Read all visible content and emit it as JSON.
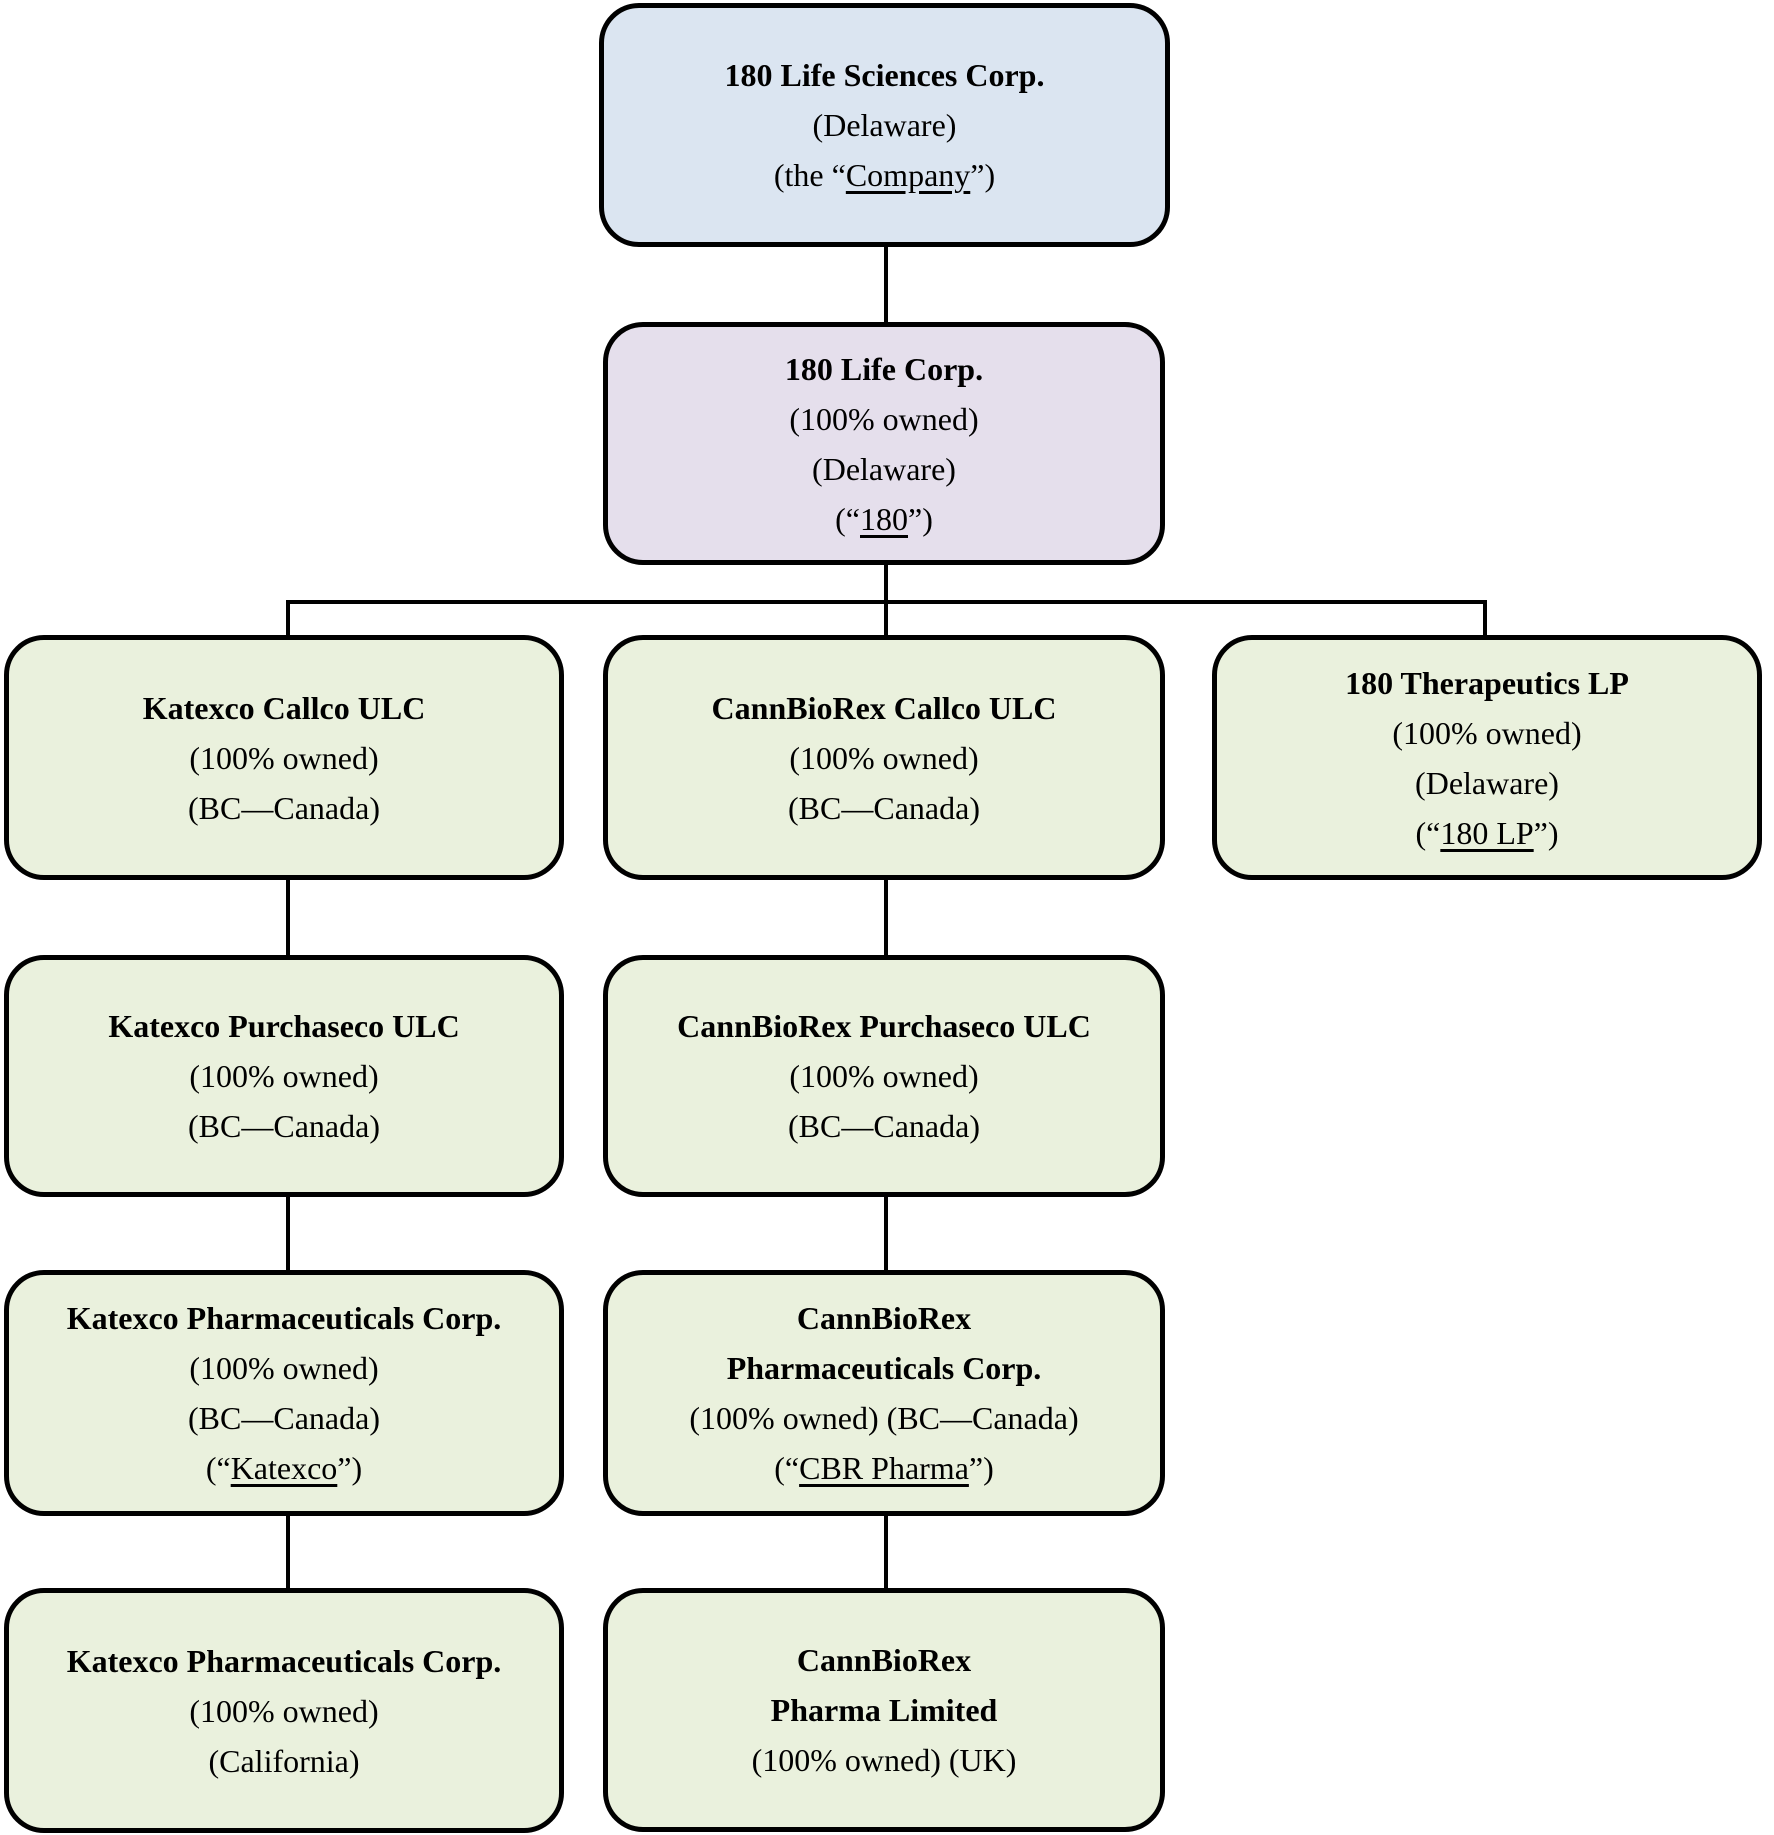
{
  "figure": {
    "type": "org-chart",
    "description": "Corporate structure diagram of 180 Life Sciences Corp. and its wholly owned subsidiaries"
  },
  "colors": {
    "parent_fill": "#dbe5f1",
    "intermediate_fill": "#e5dfec",
    "subsidiary_fill": "#eaf1dd",
    "border": "#000000",
    "connector": "#000000",
    "background": "#ffffff"
  },
  "nodes": {
    "company": {
      "fill": "#dbe5f1",
      "lines": [
        [
          {
            "t": "180 Life Sciences Corp.",
            "b": true
          }
        ],
        [
          {
            "t": "(Delaware)"
          }
        ],
        [
          {
            "t": "(the “"
          },
          {
            "t": "Company",
            "u": true
          },
          {
            "t": "”)"
          }
        ]
      ]
    },
    "life_corp": {
      "fill": "#e5dfec",
      "lines": [
        [
          {
            "t": "180 Life Corp.",
            "b": true
          }
        ],
        [
          {
            "t": "(100% owned)"
          }
        ],
        [
          {
            "t": "(Delaware)"
          }
        ],
        [
          {
            "t": "(“"
          },
          {
            "t": "180",
            "u": true
          },
          {
            "t": "”)"
          }
        ]
      ]
    },
    "katexco_callco": {
      "fill": "#eaf1dd",
      "lines": [
        [
          {
            "t": "Katexco Callco ULC",
            "b": true
          }
        ],
        [
          {
            "t": "(100% owned)"
          }
        ],
        [
          {
            "t": "(BC—Canada)"
          }
        ]
      ]
    },
    "cannbiorex_callco": {
      "fill": "#eaf1dd",
      "lines": [
        [
          {
            "t": "CannBioRex Callco ULC",
            "b": true
          }
        ],
        [
          {
            "t": "(100% owned)"
          }
        ],
        [
          {
            "t": "(BC—Canada)"
          }
        ]
      ]
    },
    "therapeutics_lp": {
      "fill": "#eaf1dd",
      "lines": [
        [
          {
            "t": "180 Therapeutics LP",
            "b": true
          }
        ],
        [
          {
            "t": "(100% owned)"
          }
        ],
        [
          {
            "t": "(Delaware)"
          }
        ],
        [
          {
            "t": "(“"
          },
          {
            "t": "180 LP",
            "u": true
          },
          {
            "t": "”)"
          }
        ]
      ]
    },
    "katexco_purchaseco": {
      "fill": "#eaf1dd",
      "lines": [
        [
          {
            "t": "Katexco Purchaseco ULC",
            "b": true
          }
        ],
        [
          {
            "t": "(100% owned)"
          }
        ],
        [
          {
            "t": "(BC—Canada)"
          }
        ]
      ]
    },
    "cannbiorex_purchaseco": {
      "fill": "#eaf1dd",
      "lines": [
        [
          {
            "t": "CannBioRex Purchaseco ULC",
            "b": true
          }
        ],
        [
          {
            "t": "(100% owned)"
          }
        ],
        [
          {
            "t": "(BC—Canada)"
          }
        ]
      ]
    },
    "katexco_pharma_bc": {
      "fill": "#eaf1dd",
      "lines": [
        [
          {
            "t": "Katexco Pharmaceuticals Corp.",
            "b": true
          }
        ],
        [
          {
            "t": "(100% owned)"
          }
        ],
        [
          {
            "t": "(BC—Canada)"
          }
        ],
        [
          {
            "t": "(“"
          },
          {
            "t": "Katexco",
            "u": true
          },
          {
            "t": "”)"
          }
        ]
      ]
    },
    "cannbiorex_pharma_corp": {
      "fill": "#eaf1dd",
      "lines": [
        [
          {
            "t": "CannBioRex",
            "b": true
          }
        ],
        [
          {
            "t": "Pharmaceuticals Corp.",
            "b": true
          }
        ],
        [
          {
            "t": "(100% owned) (BC—Canada)"
          }
        ],
        [
          {
            "t": "(“"
          },
          {
            "t": "CBR Pharma",
            "u": true
          },
          {
            "t": "”)"
          }
        ]
      ]
    },
    "katexco_pharma_ca": {
      "fill": "#eaf1dd",
      "lines": [
        [
          {
            "t": "Katexco Pharmaceuticals Corp.",
            "b": true
          }
        ],
        [
          {
            "t": "(100% owned)"
          }
        ],
        [
          {
            "t": "(California)"
          }
        ]
      ]
    },
    "cannbiorex_pharma_ltd": {
      "fill": "#eaf1dd",
      "lines": [
        [
          {
            "t": "CannBioRex",
            "b": true
          }
        ],
        [
          {
            "t": "Pharma Limited",
            "b": true
          }
        ],
        [
          {
            "t": "(100% owned) (UK)"
          }
        ]
      ]
    }
  },
  "edges": [
    {
      "from": "company",
      "to": "life_corp"
    },
    {
      "from": "life_corp",
      "to": "katexco_callco"
    },
    {
      "from": "life_corp",
      "to": "cannbiorex_callco"
    },
    {
      "from": "life_corp",
      "to": "therapeutics_lp"
    },
    {
      "from": "katexco_callco",
      "to": "katexco_purchaseco"
    },
    {
      "from": "cannbiorex_callco",
      "to": "cannbiorex_purchaseco"
    },
    {
      "from": "katexco_purchaseco",
      "to": "katexco_pharma_bc"
    },
    {
      "from": "cannbiorex_purchaseco",
      "to": "cannbiorex_pharma_corp"
    },
    {
      "from": "katexco_pharma_bc",
      "to": "katexco_pharma_ca"
    },
    {
      "from": "cannbiorex_pharma_corp",
      "to": "cannbiorex_pharma_ltd"
    }
  ]
}
